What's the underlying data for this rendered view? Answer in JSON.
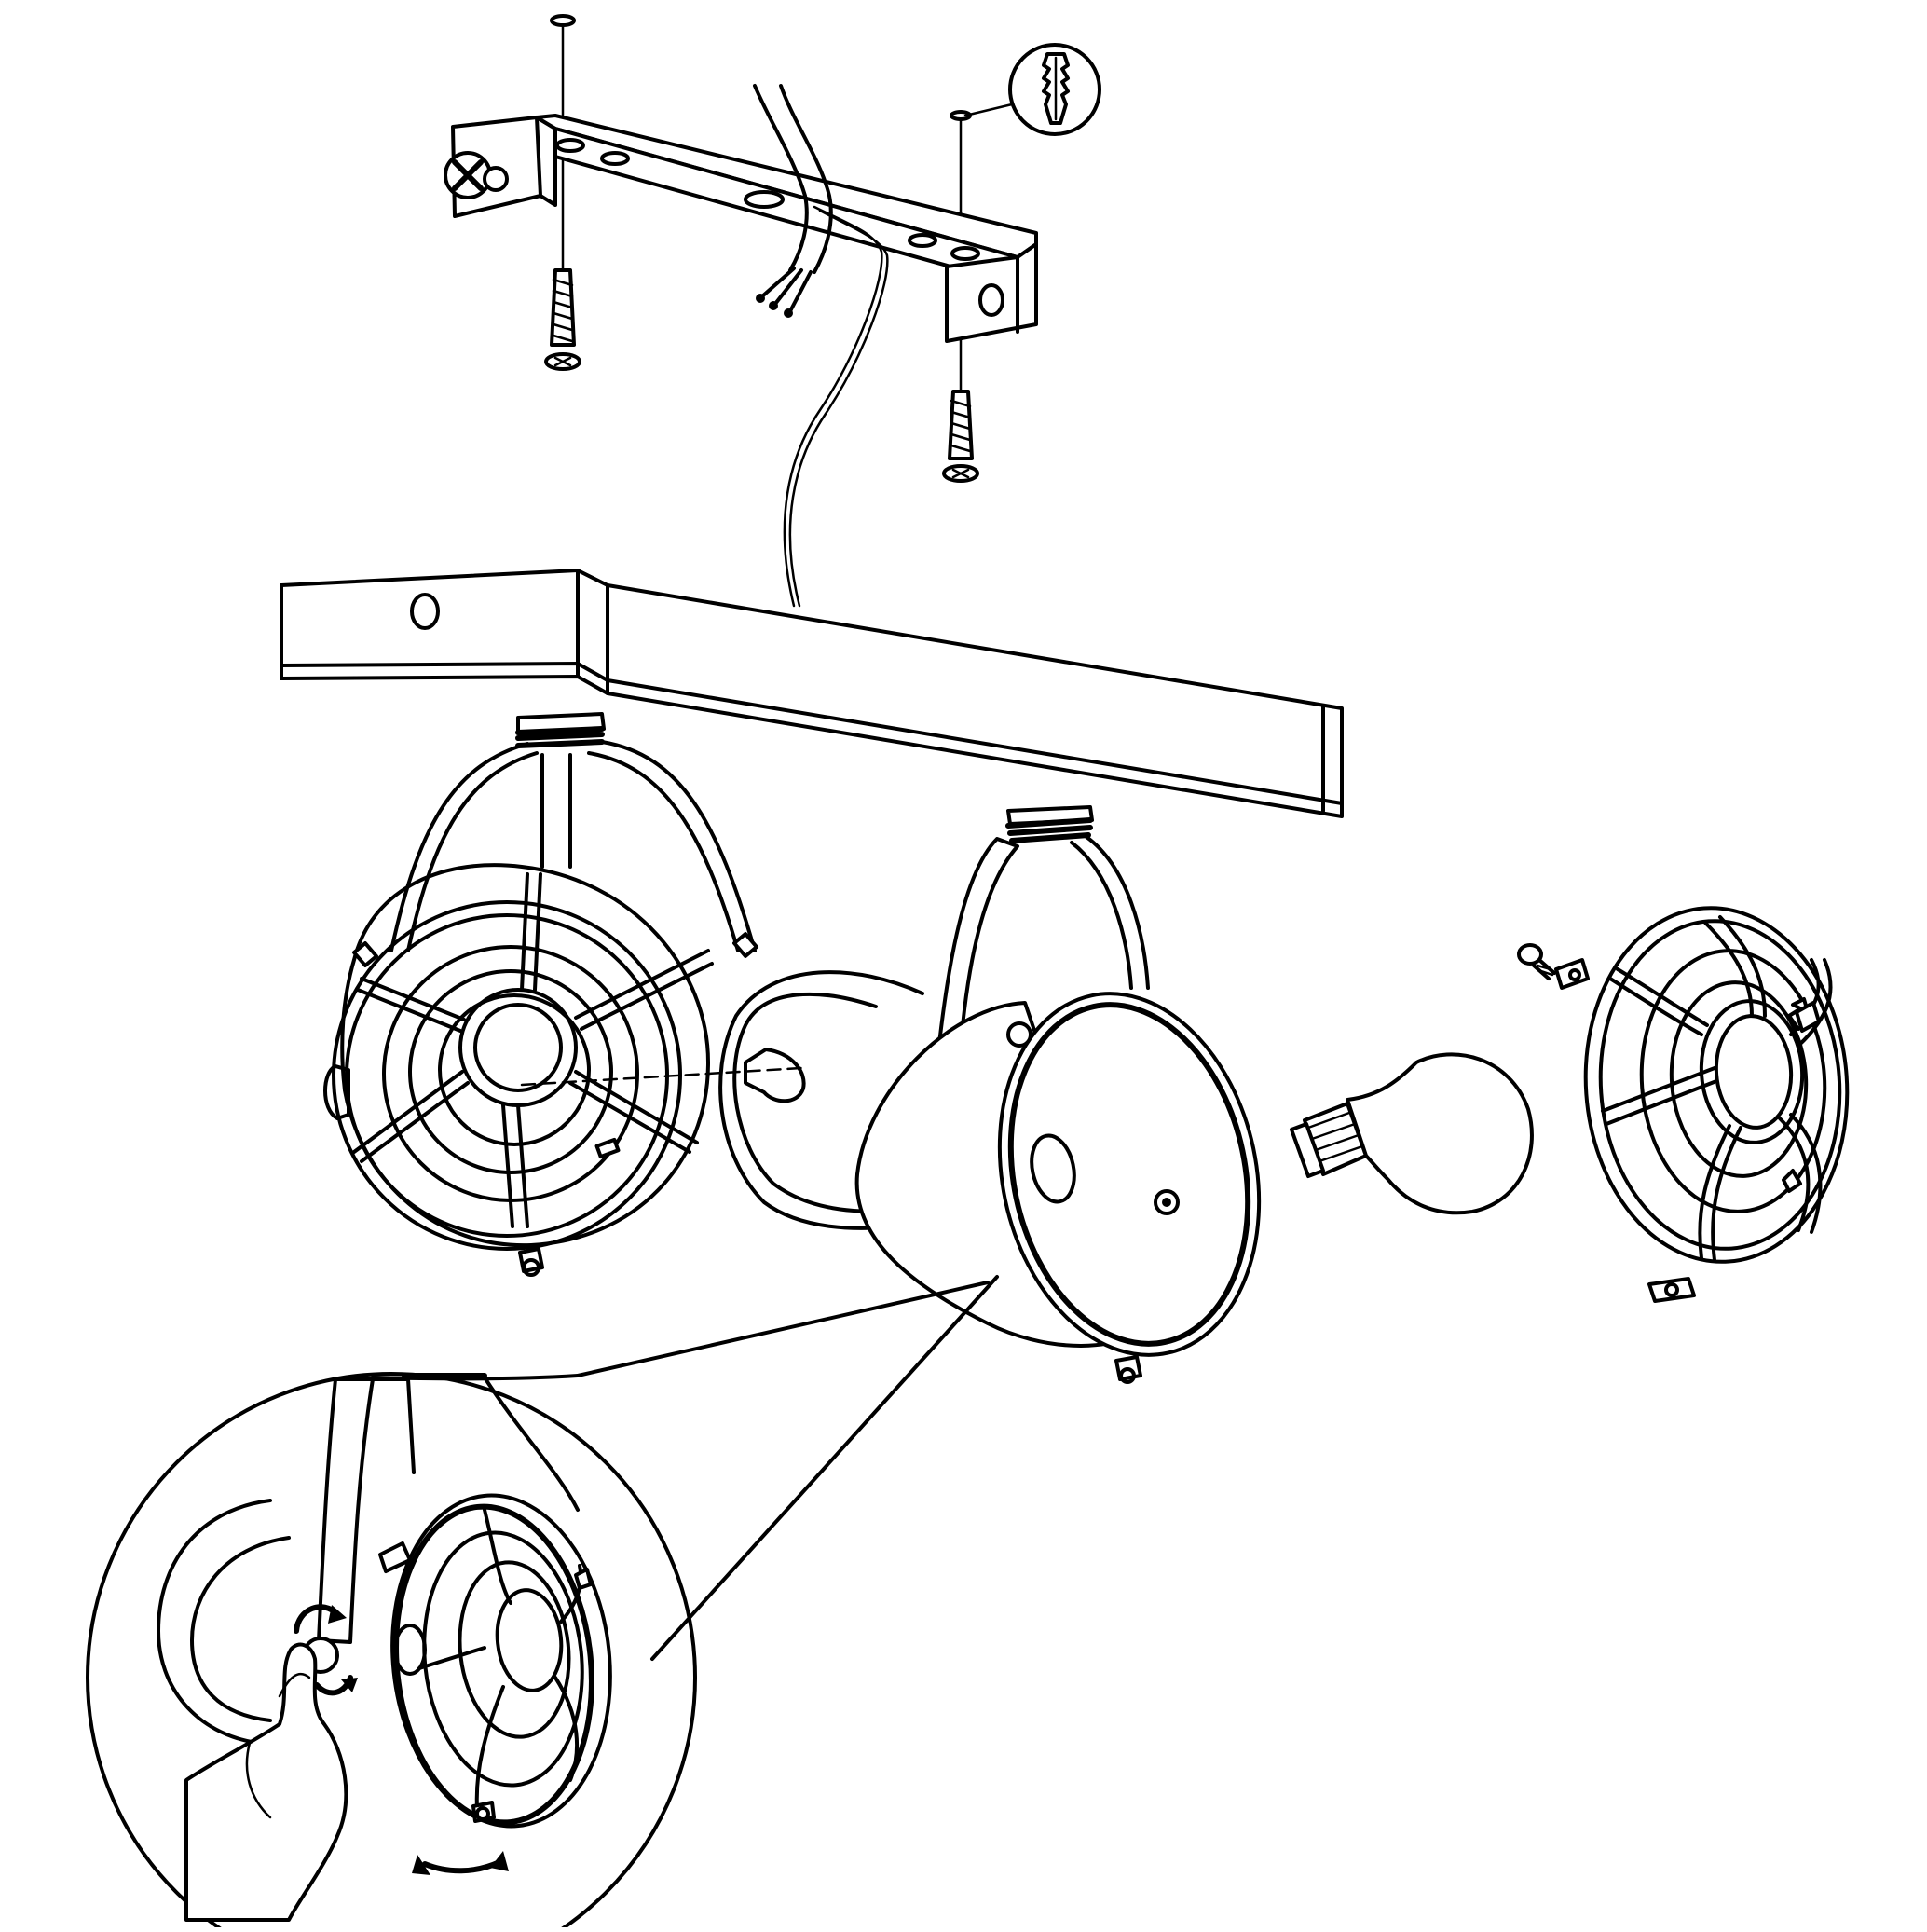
{
  "diagram": {
    "type": "assembly-instruction",
    "text_labels": [],
    "parts": [
      "wall-plug",
      "screw",
      "mounting-bracket",
      "supply-cable",
      "ground-wire",
      "canopy",
      "spotlight-head",
      "protective-grid",
      "led-bulb",
      "grid-screw",
      "detail-circle"
    ],
    "colors": {
      "line": "#000000",
      "background": "#ffffff"
    }
  }
}
